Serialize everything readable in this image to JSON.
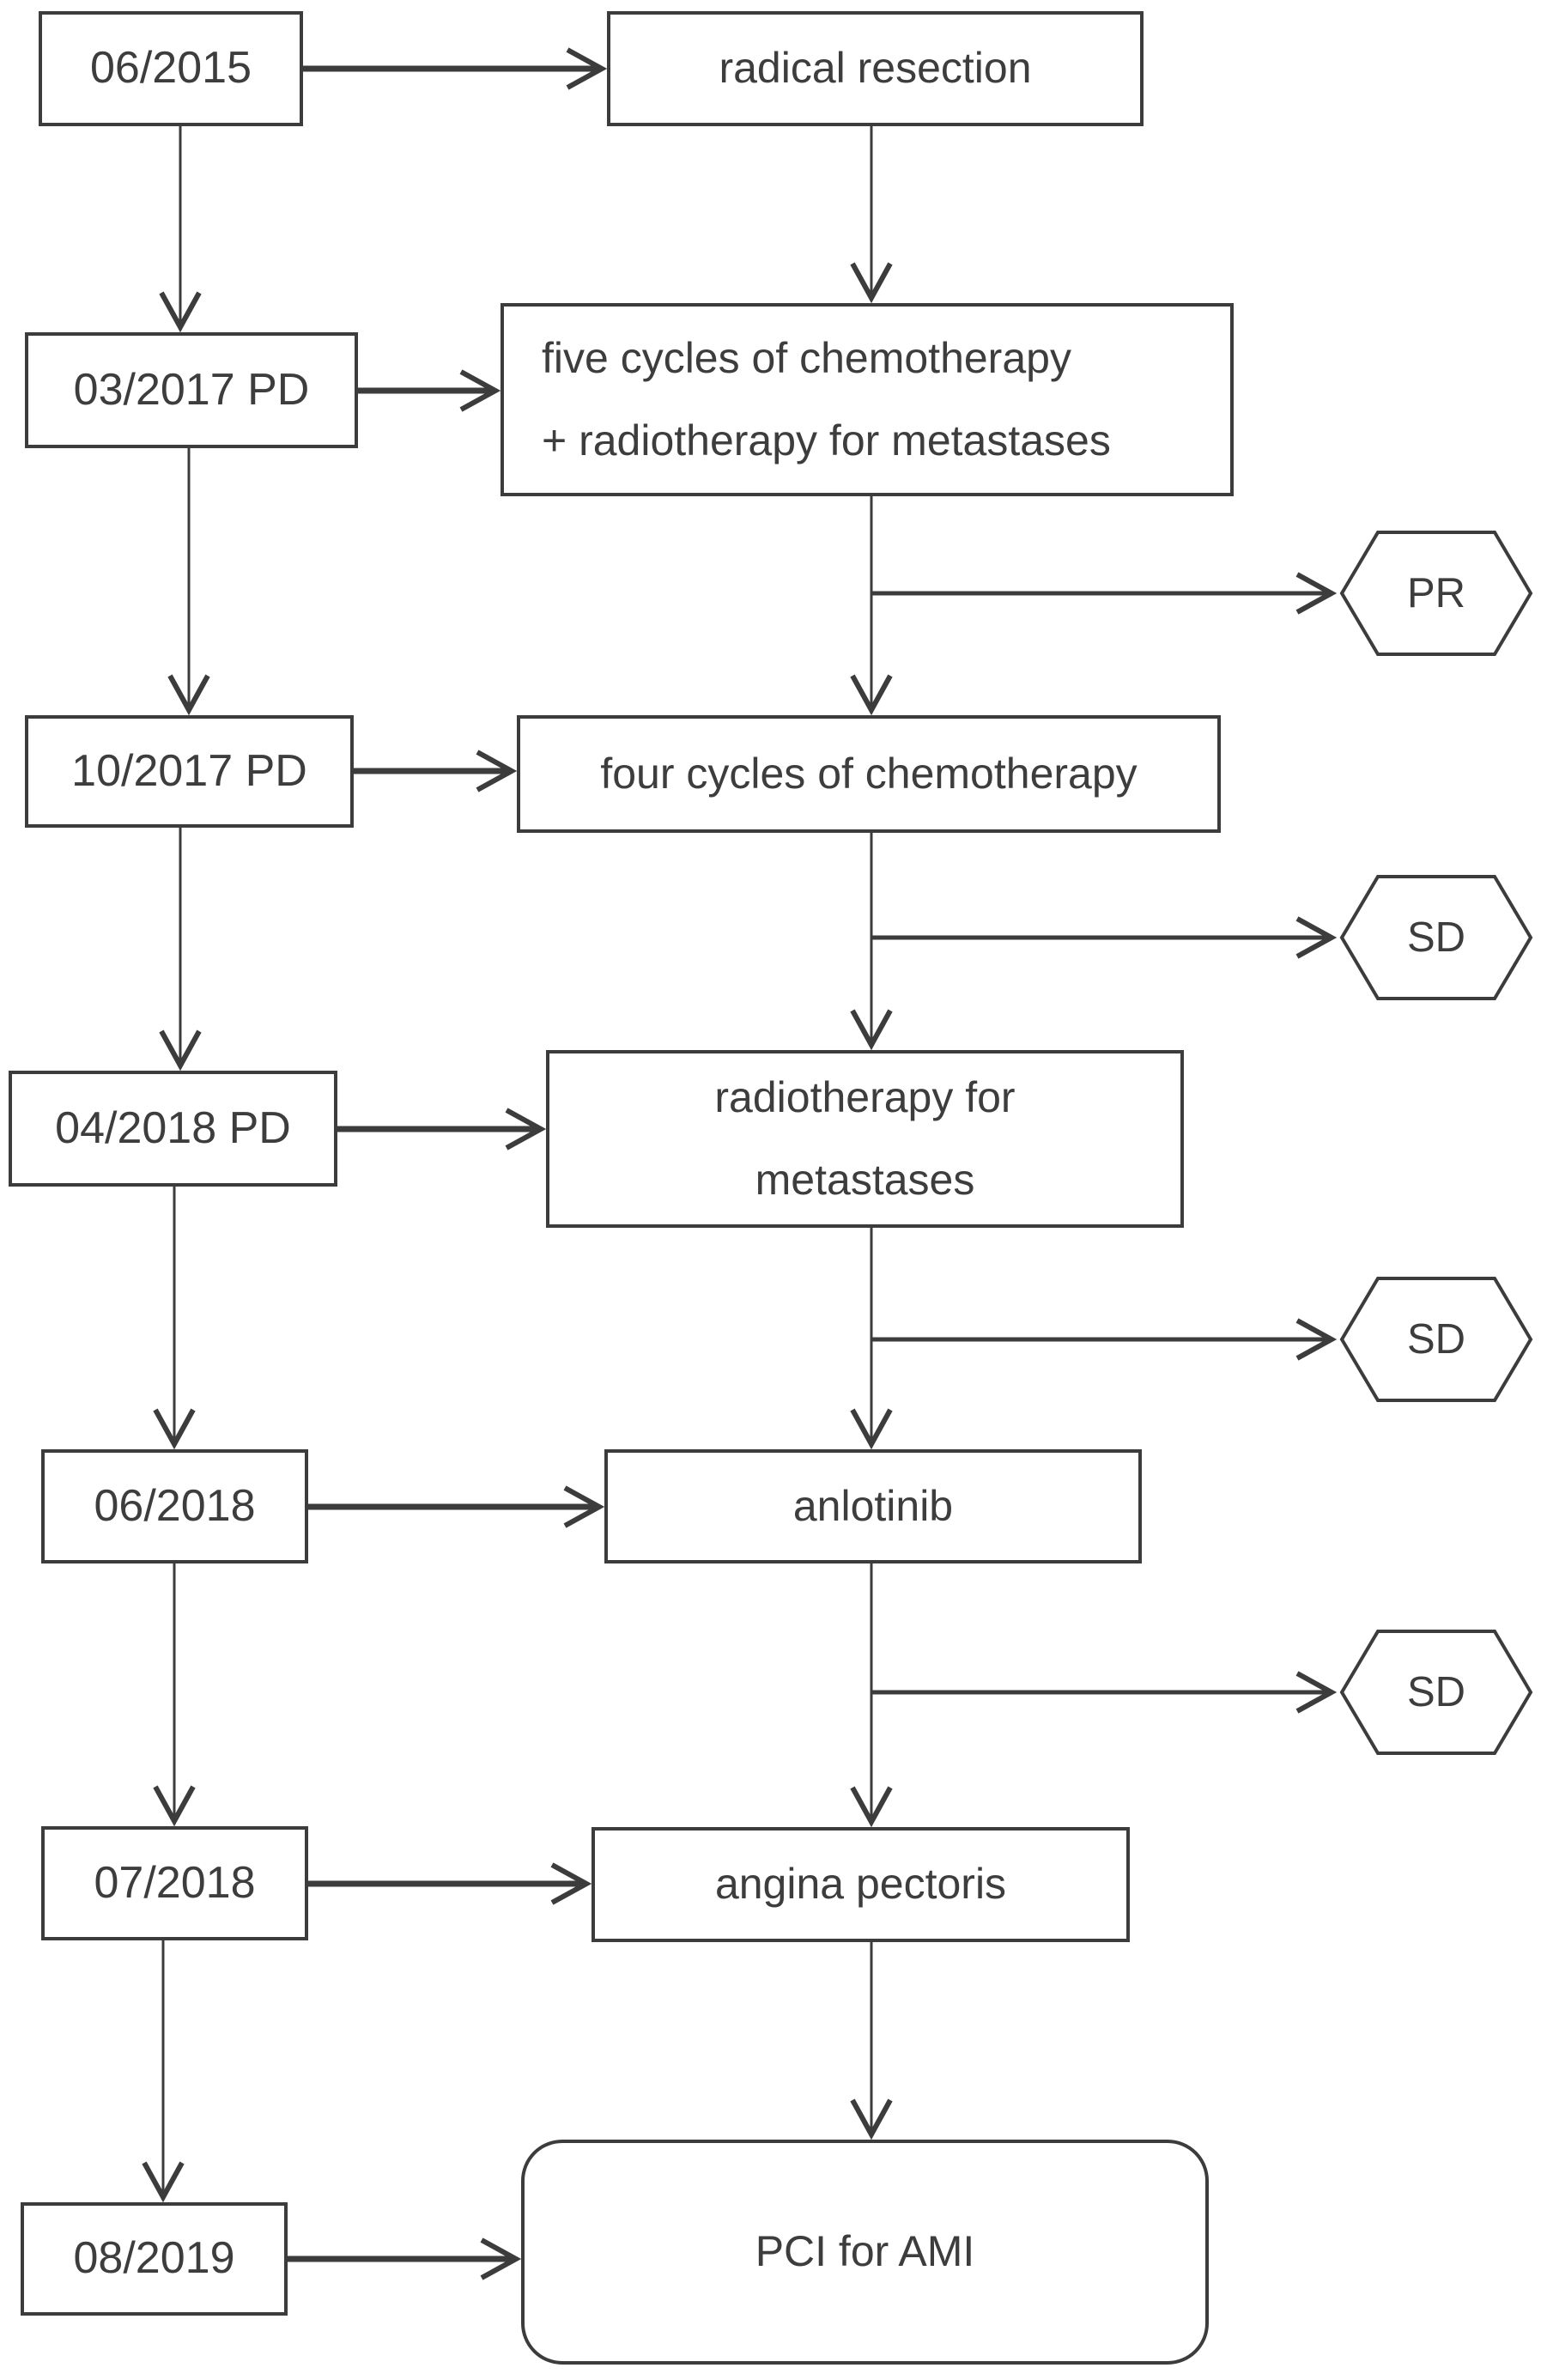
{
  "colors": {
    "line": "#3c3c3c",
    "text": "#3d3d3d",
    "background": "#ffffff"
  },
  "nodes": {
    "d1": {
      "label": "06/2015"
    },
    "d2": {
      "label": "03/2017 PD"
    },
    "d3": {
      "label": "10/2017 PD"
    },
    "d4": {
      "label": "04/2018 PD"
    },
    "d5": {
      "label": "06/2018"
    },
    "d6": {
      "label": "07/2018"
    },
    "d7": {
      "label": "08/2019"
    },
    "t1": {
      "label": "radical resection"
    },
    "t2": {
      "line1": "five cycles of chemotherapy",
      "line2": "+ radiotherapy for metastases"
    },
    "t3": {
      "label": "four cycles of chemotherapy"
    },
    "t4": {
      "line1": "radiotherapy for",
      "line2": "metastases"
    },
    "t5": {
      "label": "anlotinib"
    },
    "t6": {
      "label": "angina pectoris"
    },
    "t7": {
      "label": "PCI for AMI"
    },
    "o1": {
      "label": "PR"
    },
    "o2": {
      "label": "SD"
    },
    "o3": {
      "label": "SD"
    },
    "o4": {
      "label": "SD"
    }
  }
}
